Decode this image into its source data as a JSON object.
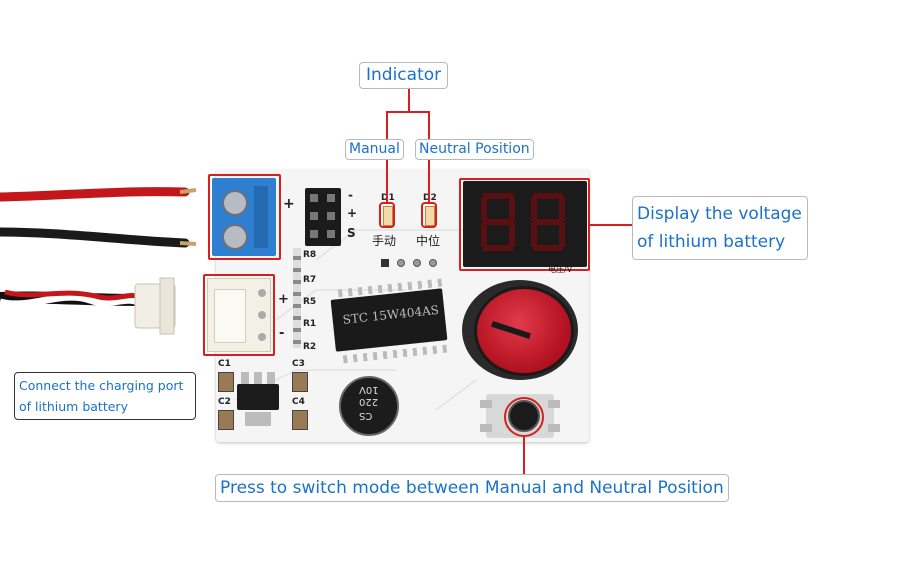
{
  "labels": {
    "indicator": "Indicator",
    "manual": "Manual",
    "neutral_position": "Neutral Position",
    "display_line1": "Display the voltage",
    "display_line2": "of lithium battery",
    "charging_line1": "Connect the charging port",
    "charging_line2": "of lithium battery",
    "press_switch": "Press to switch mode between Manual and Neutral Position"
  },
  "board": {
    "terminal_plus": "+",
    "header_minus": "-",
    "header_plus": "+",
    "header_s": "S",
    "jst_plus": "+",
    "jst_minus": "-",
    "d1": "D1",
    "d2": "D2",
    "led_manual_cn": "手动",
    "led_neutral_cn": "中位",
    "display_unit": "电压/V",
    "chip_text": "STC 15W404AS",
    "cap_text1": "CS",
    "cap_text2": "220",
    "cap_text3": "10V",
    "r8": "R8",
    "r7": "R7",
    "r5": "R5",
    "r1": "R1",
    "r2": "R2",
    "c1": "C1",
    "c2": "C2",
    "c3": "C3",
    "c4": "C4"
  },
  "colors": {
    "frame": "#d62020",
    "label_text": "#1a72c8",
    "board": "#f4f4f4",
    "knob": "#c8102e"
  }
}
